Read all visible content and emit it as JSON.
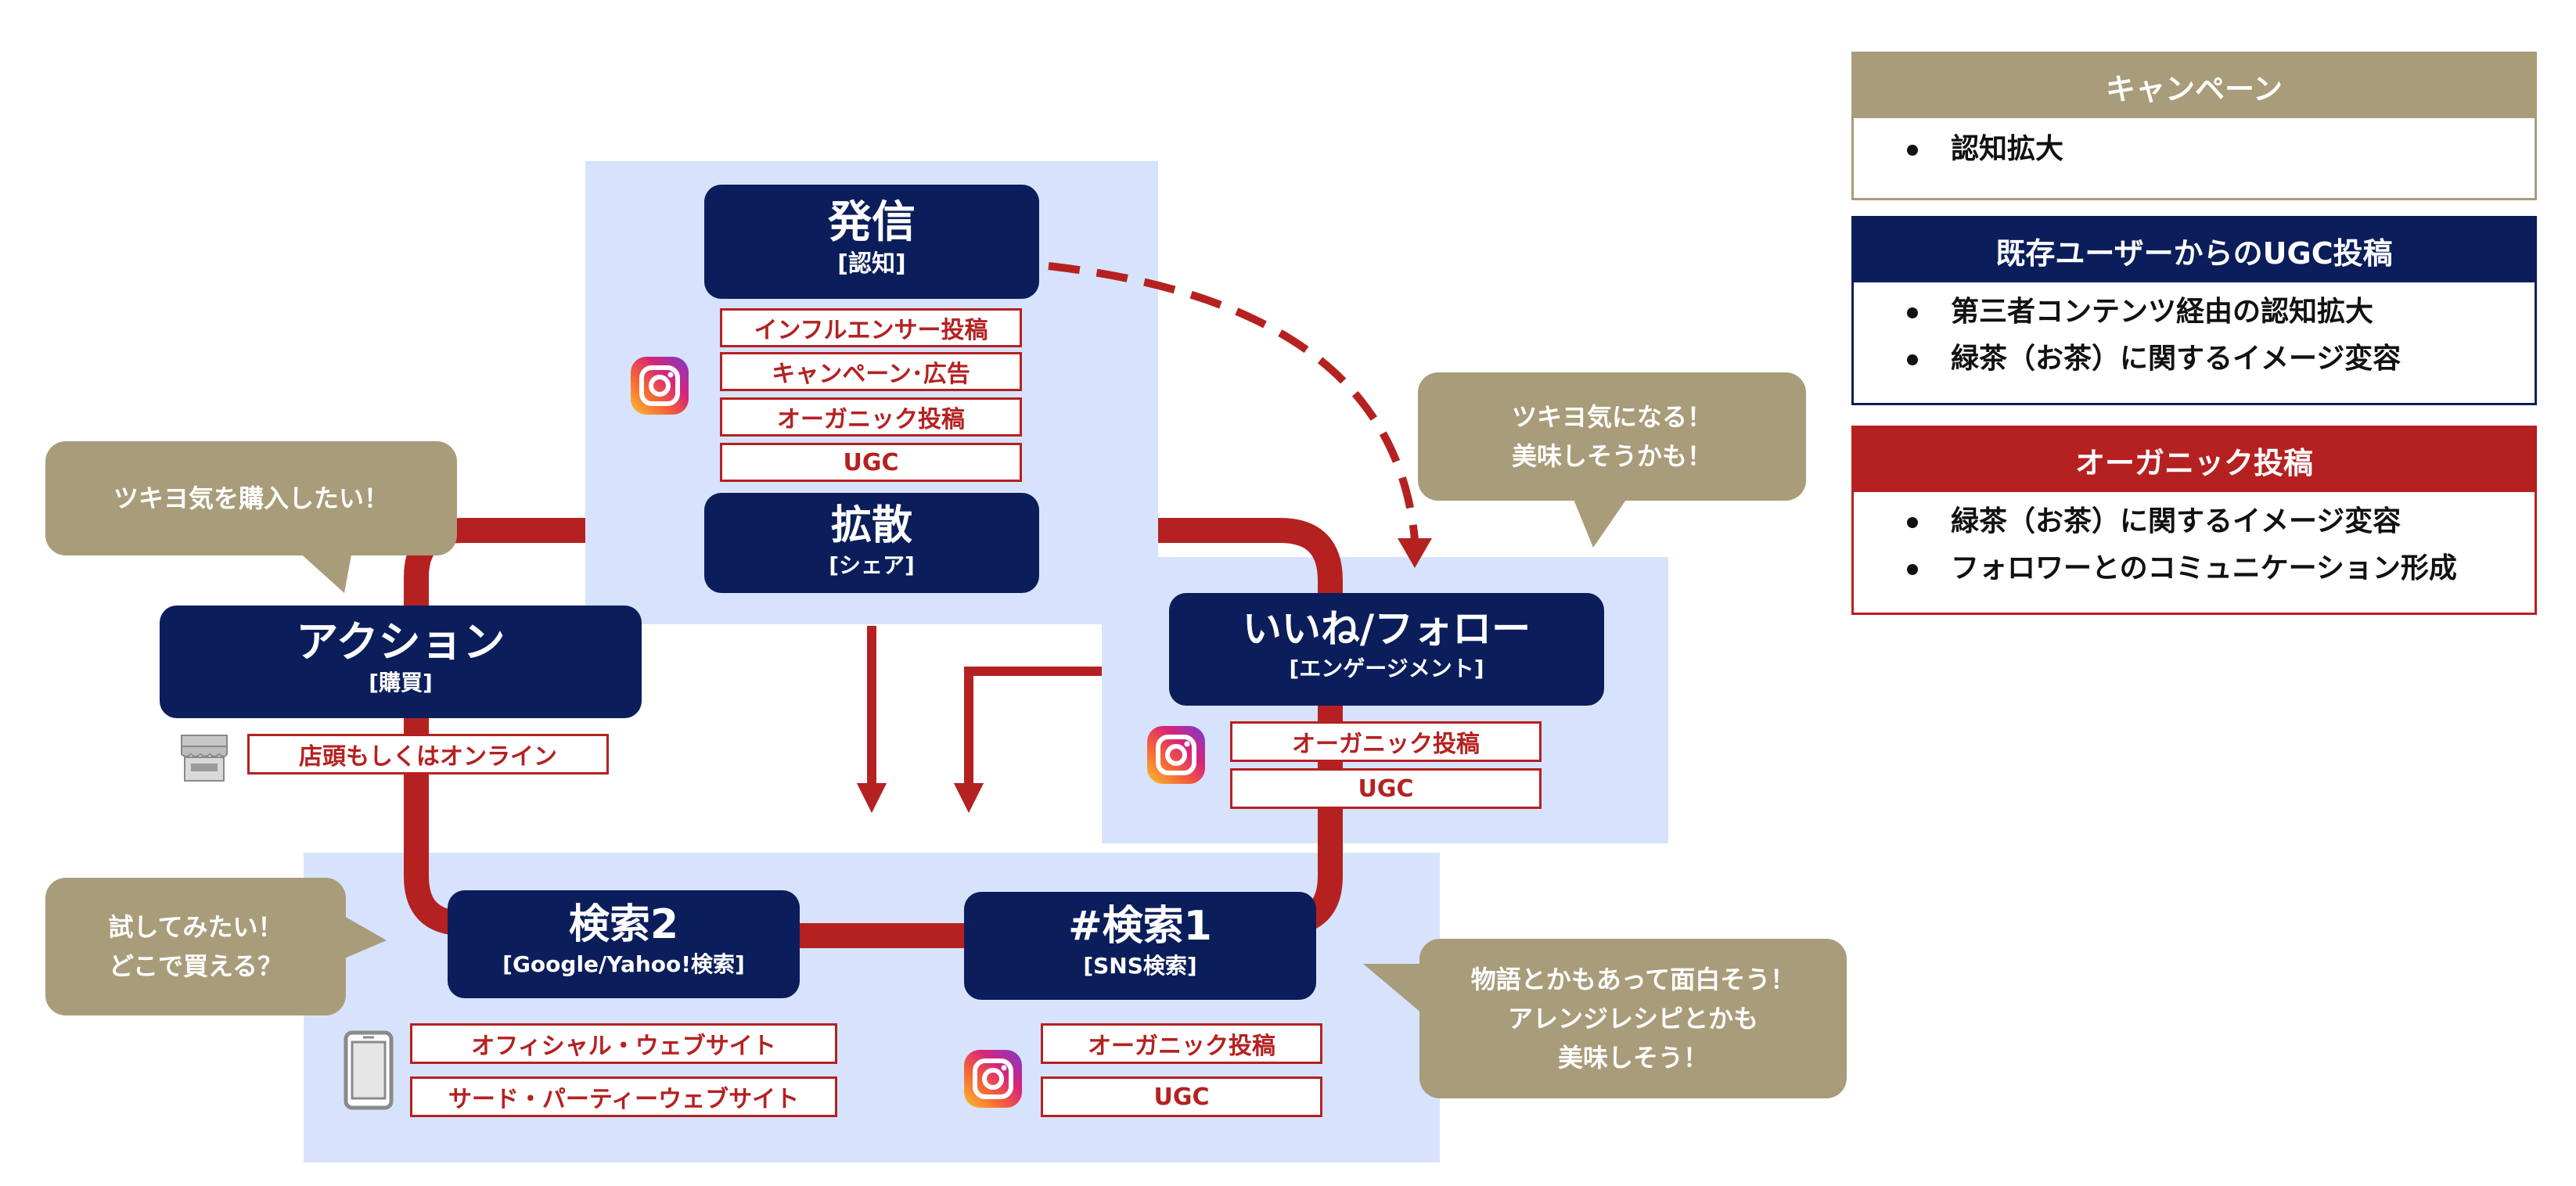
{
  "colors": {
    "navy": "#0b1e5b",
    "red": "#b52121",
    "bubble": "#a89c7a",
    "panel": "#d7e3fc",
    "gold": "#a89c7a"
  },
  "stages": {
    "hasshin": {
      "title": "発信",
      "sub": "[認知]"
    },
    "kakusan": {
      "title": "拡散",
      "sub": "[シェア]"
    },
    "iine": {
      "title": "いいね/フォロー",
      "sub": "[エンゲージメント]"
    },
    "kensaku1": {
      "title": "#検索1",
      "sub": "[SNS検索]"
    },
    "kensaku2": {
      "title": "検索2",
      "sub": "[Google/Yahoo!検索]"
    },
    "action": {
      "title": "アクション",
      "sub": "[購買]"
    }
  },
  "tags": {
    "hasshin": [
      "インフルエンサー投稿",
      "キャンペーン･広告",
      "オーガニック投稿",
      "UGC"
    ],
    "iine": [
      "オーガニック投稿",
      "UGC"
    ],
    "kensaku1": [
      "オーガニック投稿",
      "UGC"
    ],
    "kensaku2": [
      "オフィシャル・ウェブサイト",
      "サード・パーティーウェブサイト"
    ],
    "action": [
      "店頭もしくはオンライン"
    ]
  },
  "bubbles": {
    "purchase": [
      "ツキヨ気を購入したい！"
    ],
    "interest": [
      "ツキヨ気になる！",
      "美味しそうかも！"
    ],
    "try": [
      "試してみたい！",
      "どこで買える？"
    ],
    "story": [
      "物語とかもあって面白そう！",
      "アレンジレシピとかも",
      "美味しそう！"
    ]
  },
  "icons": {
    "social": "instagram-icon",
    "store": "storefront-icon",
    "device": "tablet-icon"
  },
  "legend": [
    {
      "title": "キャンペーン",
      "color": "#a89c7a",
      "items": [
        "認知拡大"
      ]
    },
    {
      "title": "既存ユーザーからのUGC投稿",
      "color": "#0b1e5b",
      "items": [
        "第三者コンテンツ経由の認知拡大",
        "緑茶（お茶）に関するイメージ変容"
      ]
    },
    {
      "title": "オーガニック投稿",
      "color": "#b52121",
      "items": [
        "緑茶（お茶）に関するイメージ変容",
        "フォロワーとのコミュニケーション形成"
      ]
    }
  ]
}
